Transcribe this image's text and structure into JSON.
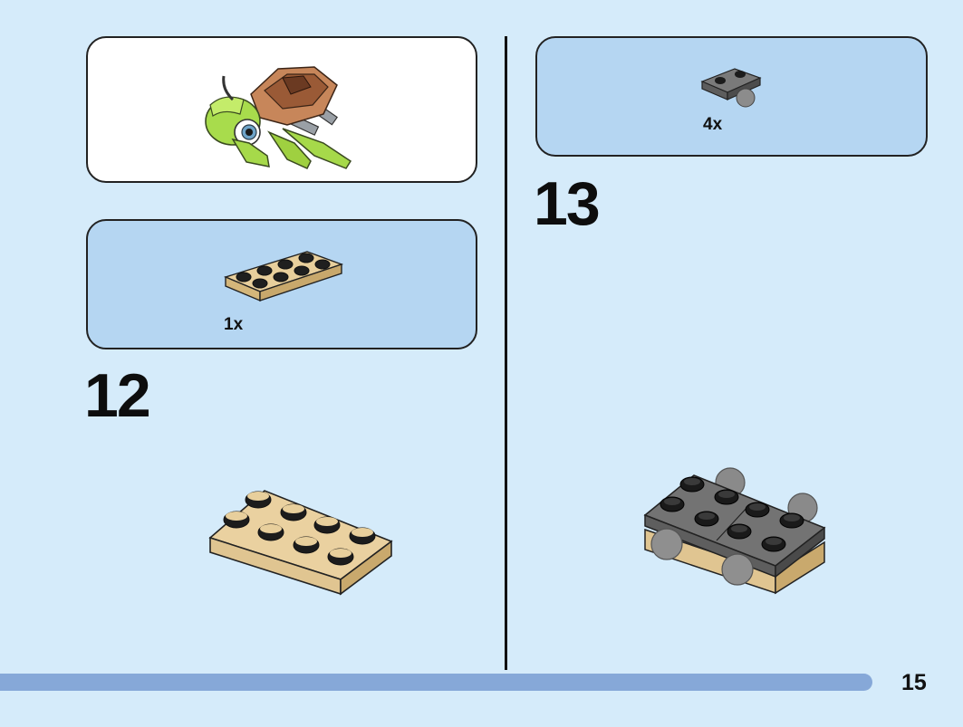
{
  "callout": {
    "model_name": "turtle-model-preview"
  },
  "step12": {
    "step_number": "12",
    "part_quantity": "1x",
    "part_name": "tan-2x4-plate"
  },
  "step13": {
    "step_number": "13",
    "part_quantity": "4x",
    "part_name": "dark-grey-plate-with-wheel"
  },
  "footer": {
    "page_number": "15"
  },
  "colors": {
    "background": "#d5ebfa",
    "parts_panel": "#b5d6f2",
    "progress_bar": "#86a8d8",
    "tan_brick": "#e0c591",
    "dark_grey_brick": "#6b6b6b",
    "wheel": "#8c8c8c"
  }
}
